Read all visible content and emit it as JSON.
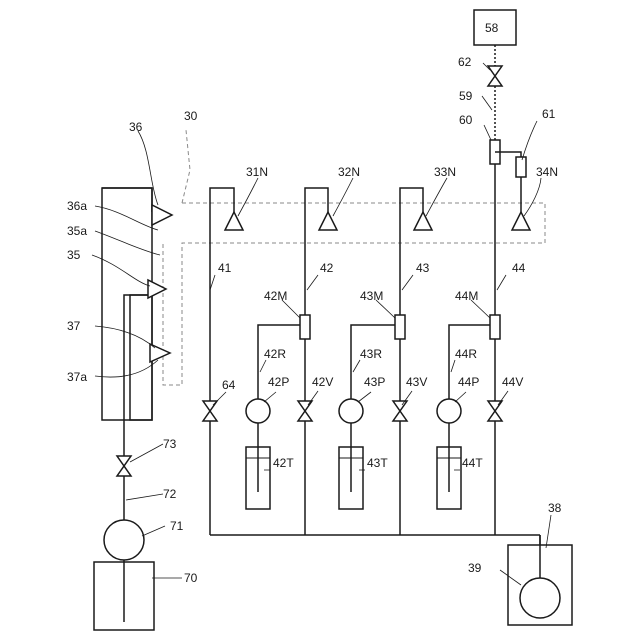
{
  "labels": {
    "n30": "30",
    "n31N": "31N",
    "n32N": "32N",
    "n33N": "33N",
    "n34N": "34N",
    "n35": "35",
    "n35a": "35a",
    "n36": "36",
    "n36a": "36a",
    "n37": "37",
    "n37a": "37a",
    "n38": "38",
    "n39": "39",
    "n41": "41",
    "n42": "42",
    "n43": "43",
    "n44": "44",
    "n42M": "42M",
    "n43M": "43M",
    "n44M": "44M",
    "n42R": "42R",
    "n43R": "43R",
    "n44R": "44R",
    "n42P": "42P",
    "n43P": "43P",
    "n44P": "44P",
    "n42V": "42V",
    "n43V": "43V",
    "n44V": "44V",
    "n42T": "42T",
    "n43T": "43T",
    "n44T": "44T",
    "n58": "58",
    "n59": "59",
    "n60": "60",
    "n61": "61",
    "n62": "62",
    "n64": "64",
    "n70": "70",
    "n71": "71",
    "n72": "72",
    "n73": "73"
  }
}
